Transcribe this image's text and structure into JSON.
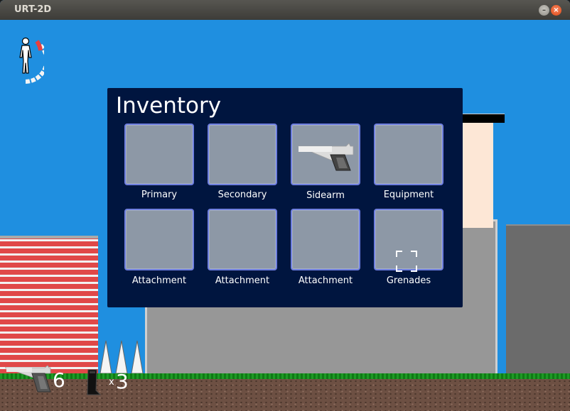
{
  "window": {
    "title": "URT-2D",
    "controls": {
      "minimize_icon": "–",
      "close_icon": "×"
    }
  },
  "hud": {
    "weapon_icon": "pistol-icon",
    "ammo_in_clip": "6",
    "magazine_icon": "magazine-icon",
    "magazine_multiplier": "x",
    "magazine_count": "3",
    "health_icon": "body-silhouette-icon"
  },
  "inventory": {
    "title": "Inventory",
    "slots": [
      {
        "label": "Primary",
        "item": ""
      },
      {
        "label": "Secondary",
        "item": ""
      },
      {
        "label": "Sidearm",
        "item": "pistol-icon"
      },
      {
        "label": "Equipment",
        "item": ""
      },
      {
        "label": "Attachment",
        "item": ""
      },
      {
        "label": "Attachment",
        "item": ""
      },
      {
        "label": "Attachment",
        "item": ""
      },
      {
        "label": "Grenades",
        "item": "selection-corners-icon"
      }
    ]
  },
  "colors": {
    "sky": "#1f8fe0",
    "panel": "#00153f",
    "slot": "#8d98a6",
    "slot_border": "#6f7fe0",
    "grass": "#1e9a25",
    "dirt": "#6d5043",
    "brick": "#e04848",
    "health_arc_damage": "#e84040"
  }
}
